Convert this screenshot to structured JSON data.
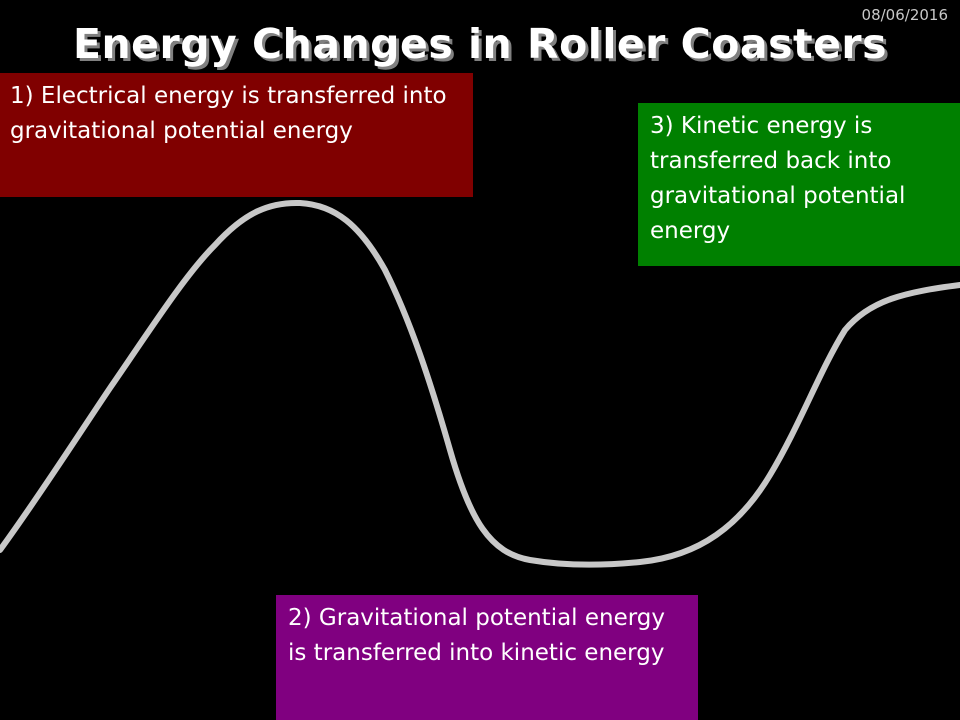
{
  "slide": {
    "title": "Energy Changes in Roller Coasters",
    "date": "08/06/2016"
  },
  "colors": {
    "background": "#000000",
    "track": "#c8c8c8",
    "box1": "#800000",
    "box2": "#800080",
    "box3": "#008000"
  },
  "boxes": {
    "box1": "1)  Electrical energy is transferred into gravitational potential energy",
    "box2": "2) Gravitational potential energy is transferred into kinetic energy",
    "box3": "3) Kinetic energy is transferred back into gravitational potential energy"
  }
}
